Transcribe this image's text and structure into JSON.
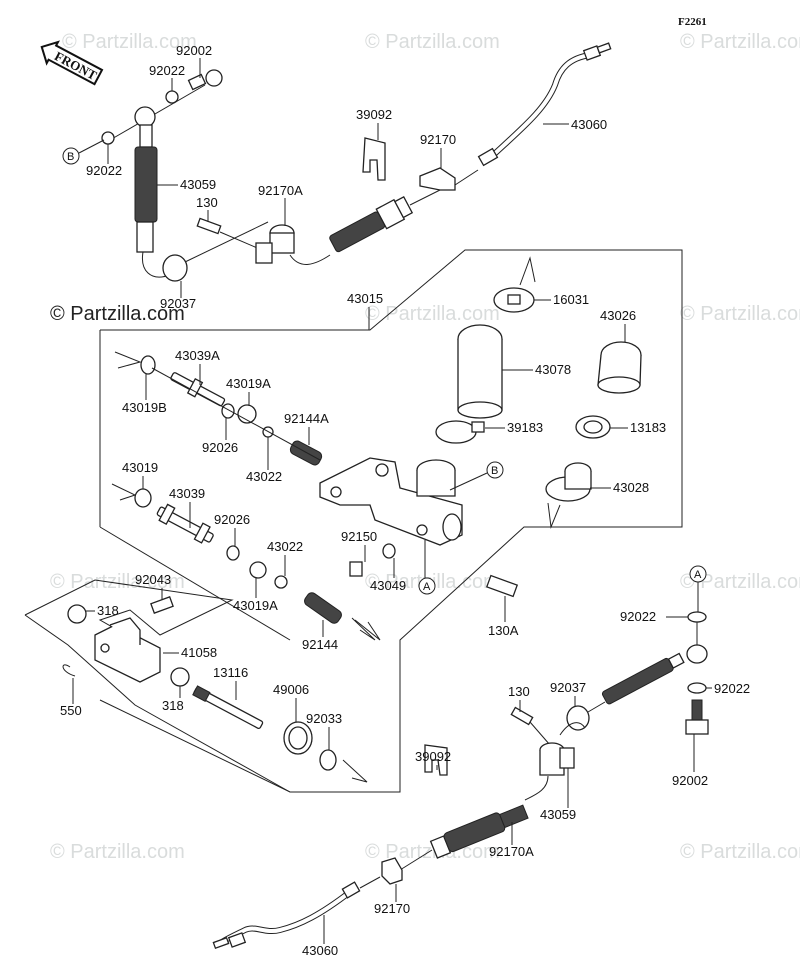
{
  "diagram": {
    "figure_code": "F2261",
    "front_arrow_label": "FRONT",
    "watermark": "© Partzilla.com",
    "reference_markers": {
      "a": "A",
      "b": "B"
    },
    "labels": [
      {
        "id": "l-92002-top",
        "text": "92002"
      },
      {
        "id": "l-92022-top",
        "text": "92022"
      },
      {
        "id": "l-92022-left",
        "text": "92022"
      },
      {
        "id": "l-43059-top",
        "text": "43059"
      },
      {
        "id": "l-130-top",
        "text": "130"
      },
      {
        "id": "l-92170A-top",
        "text": "92170A"
      },
      {
        "id": "l-92037-top",
        "text": "92037"
      },
      {
        "id": "l-39092-top",
        "text": "39092"
      },
      {
        "id": "l-92170-top",
        "text": "92170"
      },
      {
        "id": "l-43060-top",
        "text": "43060"
      },
      {
        "id": "l-43015",
        "text": "43015"
      },
      {
        "id": "l-16031",
        "text": "16031"
      },
      {
        "id": "l-43026",
        "text": "43026"
      },
      {
        "id": "l-43078",
        "text": "43078"
      },
      {
        "id": "l-39183",
        "text": "39183"
      },
      {
        "id": "l-13183",
        "text": "13183"
      },
      {
        "id": "l-43028",
        "text": "43028"
      },
      {
        "id": "l-43039A",
        "text": "43039A"
      },
      {
        "id": "l-43019B",
        "text": "43019B"
      },
      {
        "id": "l-43019A-top",
        "text": "43019A"
      },
      {
        "id": "l-92026-top",
        "text": "92026"
      },
      {
        "id": "l-92144A",
        "text": "92144A"
      },
      {
        "id": "l-43022-top",
        "text": "43022"
      },
      {
        "id": "l-43019",
        "text": "43019"
      },
      {
        "id": "l-43039",
        "text": "43039"
      },
      {
        "id": "l-92026-low",
        "text": "92026"
      },
      {
        "id": "l-92150",
        "text": "92150"
      },
      {
        "id": "l-43049",
        "text": "43049"
      },
      {
        "id": "l-43022-low",
        "text": "43022"
      },
      {
        "id": "l-43019A-low",
        "text": "43019A"
      },
      {
        "id": "l-92144",
        "text": "92144"
      },
      {
        "id": "l-92043",
        "text": "92043"
      },
      {
        "id": "l-318-top",
        "text": "318"
      },
      {
        "id": "l-41058",
        "text": "41058"
      },
      {
        "id": "l-550",
        "text": "550"
      },
      {
        "id": "l-318-low",
        "text": "318"
      },
      {
        "id": "l-13116",
        "text": "13116"
      },
      {
        "id": "l-49006",
        "text": "49006"
      },
      {
        "id": "l-92033",
        "text": "92033"
      },
      {
        "id": "l-130A",
        "text": "130A"
      },
      {
        "id": "l-92022-right-top",
        "text": "92022"
      },
      {
        "id": "l-92022-right-low",
        "text": "92022"
      },
      {
        "id": "l-92002-right",
        "text": "92002"
      },
      {
        "id": "l-130-low",
        "text": "130"
      },
      {
        "id": "l-92037-low",
        "text": "92037"
      },
      {
        "id": "l-39092-low",
        "text": "39092"
      },
      {
        "id": "l-92170A-low",
        "text": "92170A"
      },
      {
        "id": "l-43059-low",
        "text": "43059"
      },
      {
        "id": "l-92170-low",
        "text": "92170"
      },
      {
        "id": "l-43060-low",
        "text": "43060"
      }
    ]
  }
}
